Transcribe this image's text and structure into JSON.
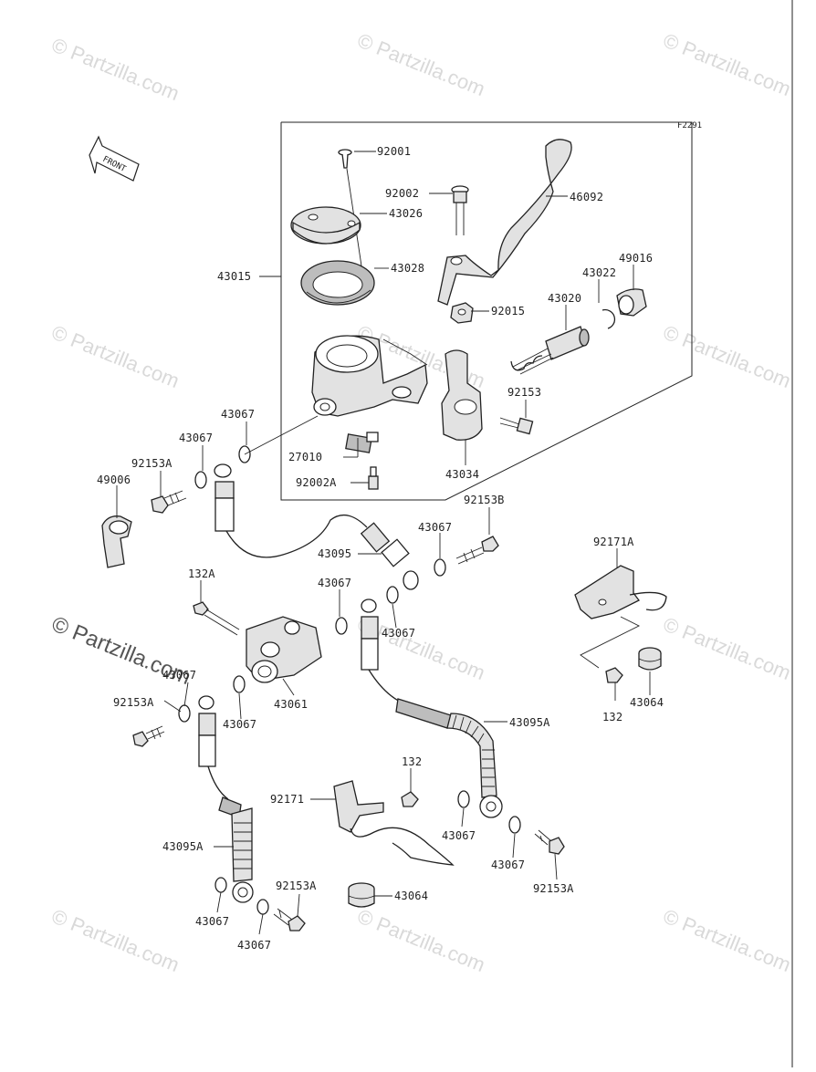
{
  "figure_code": "F2291",
  "front_arrow_label": "FRONT",
  "watermarks": [
    "© Partzilla.com",
    "© Partzilla.com",
    "© Partzilla.com",
    "© Partzilla.com",
    "© Partzilla.com",
    "© Partzilla.com",
    "© Partzilla.com",
    "© Partzilla.com",
    "© Partzilla.com",
    "© Partzilla.com",
    "© Partzilla.com",
    "© Partzilla.com"
  ],
  "labels": {
    "p92001": "92001",
    "p92002": "92002",
    "p46092": "46092",
    "p43026": "43026",
    "p43028": "43028",
    "p43015": "43015",
    "p49016": "49016",
    "p43022": "43022",
    "p43020": "43020",
    "p92015": "92015",
    "p92153": "92153",
    "p43067_a": "43067",
    "p43067_b": "43067",
    "p92153A_a": "92153A",
    "p49006": "49006",
    "p27010": "27010",
    "p92002A": "92002A",
    "p43034": "43034",
    "p92153B": "92153B",
    "p43067_c": "43067",
    "p43095": "43095",
    "p92171A": "92171A",
    "p132A": "132A",
    "p43067_d": "43067",
    "p43067_e": "43067",
    "p43067_f": "43067",
    "p92153A_b": "92153A",
    "p43061": "43061",
    "p43067_g": "43067",
    "p43095A_a": "43095A",
    "p132_a": "132",
    "p43064_a": "43064",
    "p132_b": "132",
    "p92171": "92171",
    "p43067_h": "43067",
    "p43067_i": "43067",
    "p92153A_c": "92153A",
    "p43095A_b": "43095A",
    "p92153A_d": "92153A",
    "p43064_b": "43064",
    "p43067_j": "43067",
    "p43067_k": "43067"
  }
}
